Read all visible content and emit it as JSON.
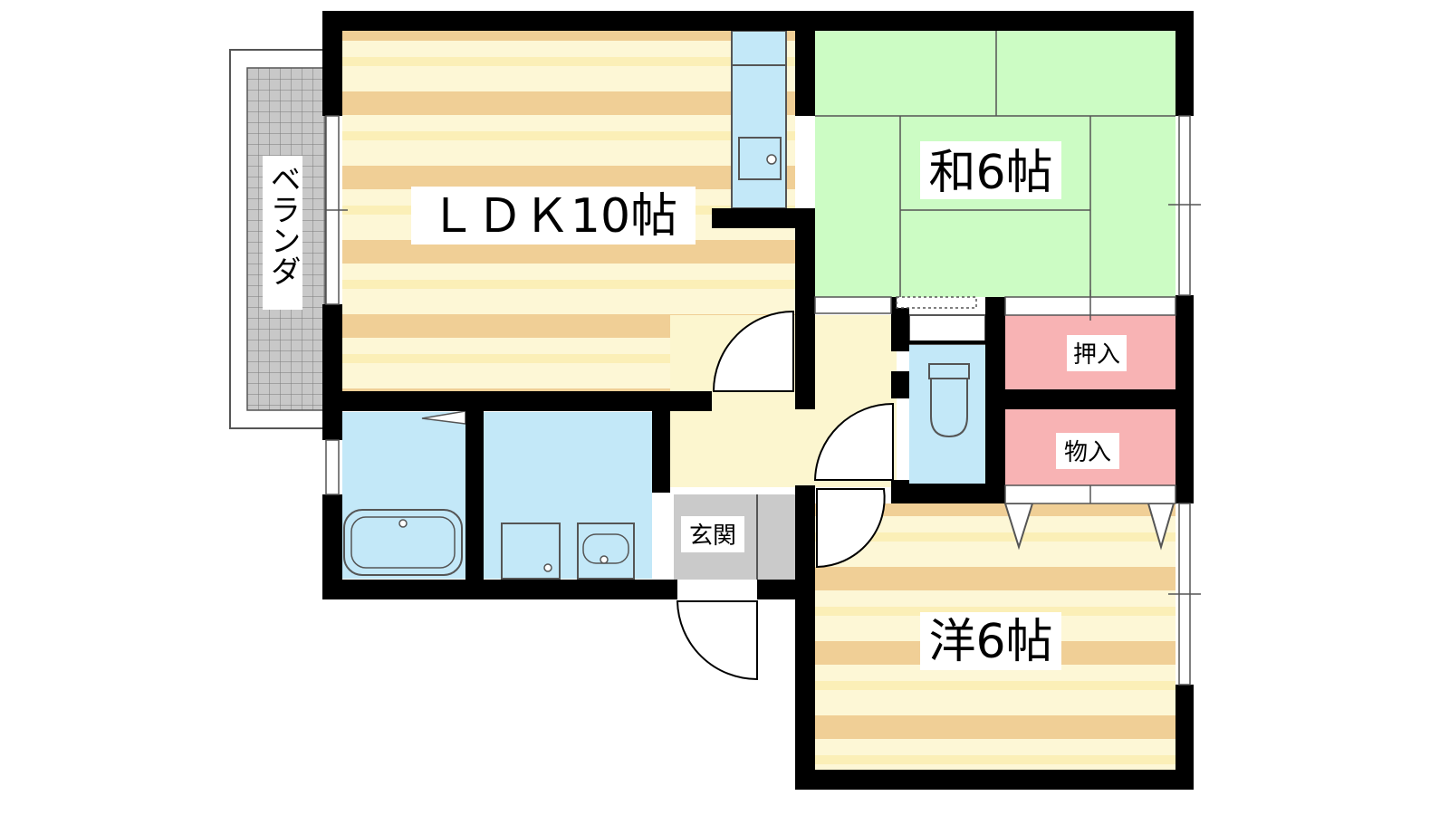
{
  "floor_plan": {
    "rooms": {
      "ldk": "ＬＤＫ10帖",
      "washitsu": "和6帖",
      "youshitsu": "洋6帖",
      "oshiire": "押入",
      "monoire": "物入",
      "genkan": "玄関",
      "veranda": "ベランダ"
    },
    "colors": {
      "wall": "#000000",
      "stripe_light": "#fdf7d6",
      "stripe_dark": "#f0cf96",
      "tatami": "#ccfcc4",
      "water": "#c3e8f8",
      "closet": "#f8b3b4",
      "genkan_floor": "#cacaca",
      "corridor": "#fcf6cf",
      "veranda_grid": "#c8c8c8"
    }
  }
}
